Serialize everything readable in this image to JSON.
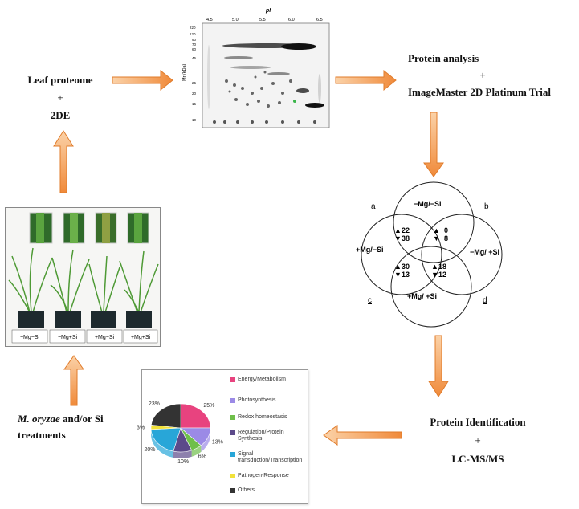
{
  "leaf_proteome": {
    "title": "Leaf proteome",
    "plus": "+",
    "method": "2DE"
  },
  "protein_analysis": {
    "title": "Protein analysis",
    "plus": "+",
    "software": "ImageMaster 2D Platinum Trial"
  },
  "gel": {
    "pi_label": "pI",
    "pi_ticks": [
      "4.5",
      "5.0",
      "5.5",
      "6.0",
      "6.5"
    ],
    "mr_label": "Mr (kDa)",
    "mr_ticks": [
      "220",
      "120",
      "90",
      "70",
      "60",
      "45",
      "25",
      "20",
      "15",
      "10"
    ]
  },
  "venn": {
    "letters": [
      "a",
      "b",
      "c",
      "d"
    ],
    "circle_labels": [
      "−Mg/−Si",
      "−Mg/ +Si",
      "+Mg/−Si",
      "+Mg/ +Si"
    ],
    "counts": [
      {
        "up": "22",
        "down": "38"
      },
      {
        "up": "0",
        "down": "8"
      },
      {
        "up": "30",
        "down": "13"
      },
      {
        "up": "18",
        "down": "12"
      }
    ]
  },
  "protein_identification": {
    "title": "Protein Identification",
    "plus": "+",
    "method": "LC-MS/MS"
  },
  "treatments": {
    "species": "M. oryzae",
    "rest": " and/or Si",
    "line2": "treatments"
  },
  "photo": {
    "labels": [
      "−Mg−Si",
      "−Mg+Si",
      "+Mg−Si",
      "+Mg+Si"
    ]
  },
  "colors": {
    "arrow_fill": "#f5a25d",
    "arrow_stroke": "#e07b2a",
    "energy": "#e8437f",
    "photosynthesis": "#9b8ae6",
    "redox": "#6fbf4a",
    "regulation": "#5c4a8a",
    "signal": "#28a6d8",
    "pathogen": "#f2e23a",
    "others": "#333333"
  },
  "chart_data": {
    "type": "pie",
    "categories": [
      "Energy/Metabolism",
      "Photosynthesis",
      "Redox homeostasis",
      "Regulation/Protein Synthesis",
      "Signal transduction/Transcription",
      "Pathogen-Response",
      "Others"
    ],
    "values": [
      25,
      13,
      6,
      10,
      20,
      3,
      23
    ],
    "value_labels": [
      "25%",
      "13%",
      "6%",
      "10%",
      "20%",
      "3%",
      "23%"
    ],
    "legend_placement": "right"
  }
}
